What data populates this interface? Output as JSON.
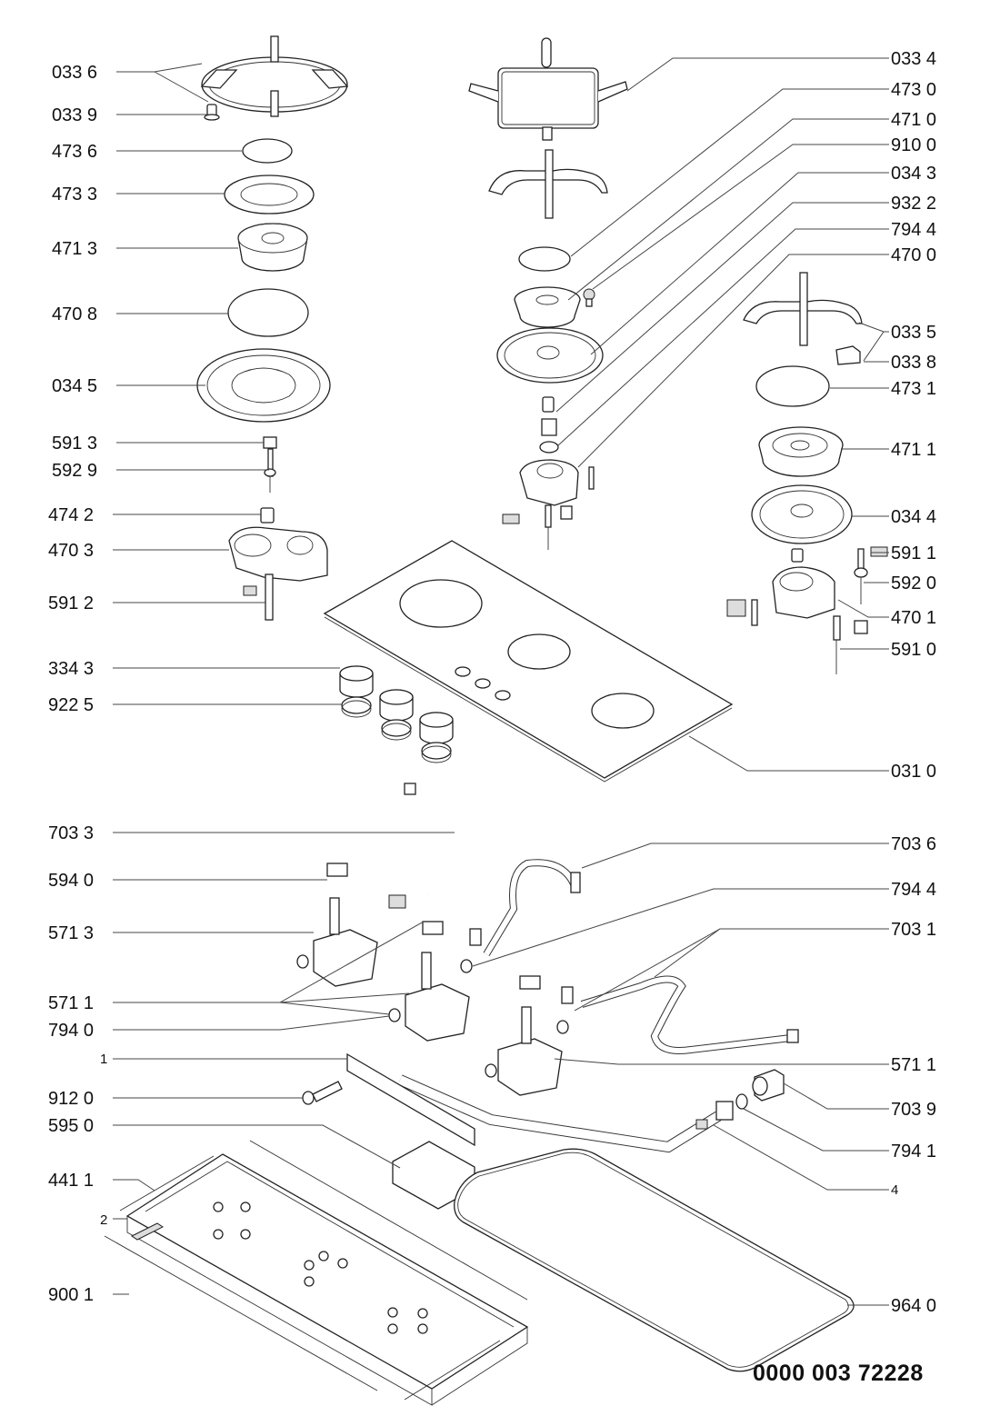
{
  "diagram": {
    "type": "exploded-parts-diagram",
    "subject": "Gas hob (3 burners) spare parts",
    "document_number": "0000 003 72228",
    "labels_left": [
      {
        "id": "033 6"
      },
      {
        "id": "033 9"
      },
      {
        "id": "473 6"
      },
      {
        "id": "473 3"
      },
      {
        "id": "471 3"
      },
      {
        "id": "470 8"
      },
      {
        "id": "034 5"
      },
      {
        "id": "591 3"
      },
      {
        "id": "592 9"
      },
      {
        "id": "474 2"
      },
      {
        "id": "470 3"
      },
      {
        "id": "591 2"
      },
      {
        "id": "334 3"
      },
      {
        "id": "922 5"
      },
      {
        "id": "703 3"
      },
      {
        "id": "594 0"
      },
      {
        "id": "571 3"
      },
      {
        "id": "571 1"
      },
      {
        "id": "794 0"
      },
      {
        "id": "1"
      },
      {
        "id": "912 0"
      },
      {
        "id": "595 0"
      },
      {
        "id": "441 1"
      },
      {
        "id": "2"
      },
      {
        "id": "900 1"
      }
    ],
    "labels_right": [
      {
        "id": "033 4"
      },
      {
        "id": "473 0"
      },
      {
        "id": "471 0"
      },
      {
        "id": "910 0"
      },
      {
        "id": "034 3"
      },
      {
        "id": "932 2"
      },
      {
        "id": "794 4"
      },
      {
        "id": "470 0"
      },
      {
        "id": "033 5"
      },
      {
        "id": "033 8"
      },
      {
        "id": "473 1"
      },
      {
        "id": "471 1"
      },
      {
        "id": "034 4"
      },
      {
        "id": "591 1"
      },
      {
        "id": "592 0"
      },
      {
        "id": "470 1"
      },
      {
        "id": "591 0"
      },
      {
        "id": "031 0"
      },
      {
        "id": "703 6"
      },
      {
        "id": "794 4"
      },
      {
        "id": "703 1"
      },
      {
        "id": "571 1"
      },
      {
        "id": "703 9"
      },
      {
        "id": "794 1"
      },
      {
        "id": "4"
      },
      {
        "id": "964 0"
      }
    ]
  }
}
